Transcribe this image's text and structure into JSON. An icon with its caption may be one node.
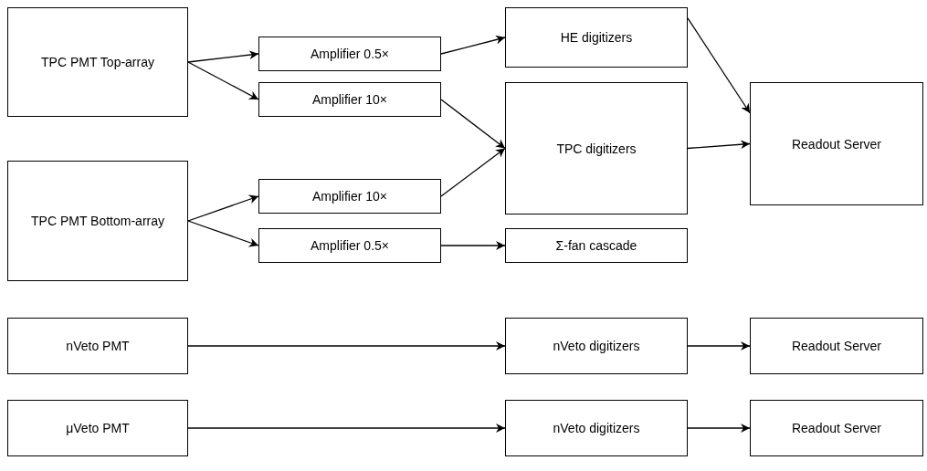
{
  "diagram": {
    "nodes": [
      {
        "text": [
          "TPC PMT Top-array"
        ]
      },
      {
        "text": [
          "TPC PMT Bottom-array"
        ]
      },
      {
        "text": [
          "Amplifier 0.5×"
        ]
      },
      {
        "text": [
          "Amplifier 10×"
        ]
      },
      {
        "text": [
          "Amplifier 10×"
        ]
      },
      {
        "text": [
          "Amplifier 0.5×"
        ]
      },
      {
        "text": [
          "HE digitizers"
        ]
      },
      {
        "text": [
          "TPC digitizers"
        ]
      },
      {
        "text": [
          "Σ-fan cascade"
        ]
      },
      {
        "text": [
          "Readout Server"
        ]
      },
      {
        "text": [
          "nVeto PMT"
        ]
      },
      {
        "text": [
          "nVeto digitizers"
        ]
      },
      {
        "text": [
          "Readout Server"
        ]
      },
      {
        "text": [
          "μVeto PMT"
        ]
      },
      {
        "text": [
          "nVeto digitizers"
        ]
      },
      {
        "text": [
          "Readout Server"
        ]
      }
    ],
    "edges": [
      {
        "from": 0,
        "to": 2,
        "arrow": "to"
      },
      {
        "from": 0,
        "to": 3,
        "arrow": "to"
      },
      {
        "from": 1,
        "to": 4,
        "arrow": "to"
      },
      {
        "from": 1,
        "to": 5,
        "arrow": "to"
      },
      {
        "from": 2,
        "to": 6,
        "arrow": "to"
      },
      {
        "from": 3,
        "to": 7,
        "arrow": "to"
      },
      {
        "from": 4,
        "to": 7,
        "arrow": "to"
      },
      {
        "from": 5,
        "to": 8,
        "arrow": "to"
      },
      {
        "from": 6,
        "to": 9,
        "arrow": "to"
      },
      {
        "from": 7,
        "to": 9,
        "arrow": "to"
      },
      {
        "from": 10,
        "to": 11,
        "arrow": "to"
      },
      {
        "from": 11,
        "to": 12,
        "arrow": "to"
      },
      {
        "from": 13,
        "to": 14,
        "arrow": "to"
      },
      {
        "from": 14,
        "to": 15,
        "arrow": "to"
      }
    ]
  }
}
